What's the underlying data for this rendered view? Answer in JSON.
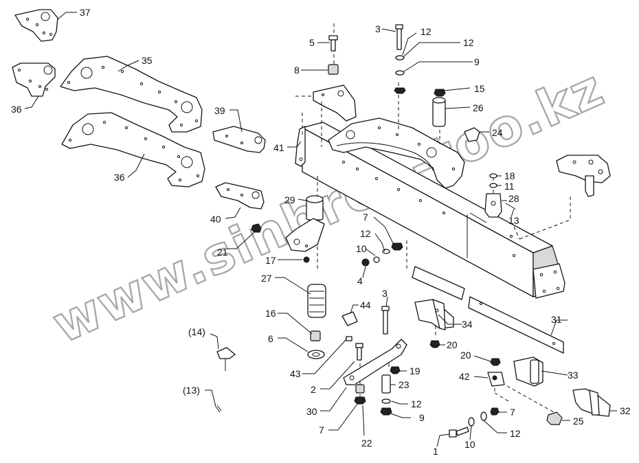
{
  "watermark": "www.sinbron-too.kz",
  "labels": {
    "p37": "37",
    "p35": "35",
    "p36a": "36",
    "p36b": "36",
    "p39": "39",
    "p40": "40",
    "p5": "5",
    "p8": "8",
    "p3a": "3",
    "p12a": "12",
    "p12b": "12",
    "p9a": "9",
    "p15": "15",
    "p26": "26",
    "p24": "24",
    "p41": "41",
    "p18": "18",
    "p11": "11",
    "p28": "28",
    "p13": "13",
    "p29": "29",
    "p7a": "7",
    "p12c": "12",
    "p10a": "10",
    "p4": "4",
    "p21": "21",
    "p17": "17",
    "p27": "27",
    "p16": "16",
    "p6": "6",
    "p43": "43",
    "p44": "44",
    "p3b": "3",
    "p34": "34",
    "p20a": "20",
    "p31": "31",
    "p20b": "20",
    "p42": "42",
    "p33": "33",
    "p2": "2",
    "p19": "19",
    "p23": "23",
    "p12d": "12",
    "p9b": "9",
    "p30": "30",
    "p7b": "7",
    "p22": "22",
    "p7c": "7",
    "p25": "25",
    "p32": "32",
    "p1": "1",
    "p10b": "10",
    "p12e": "12",
    "p14": "(14)",
    "p13b": "(13)"
  }
}
